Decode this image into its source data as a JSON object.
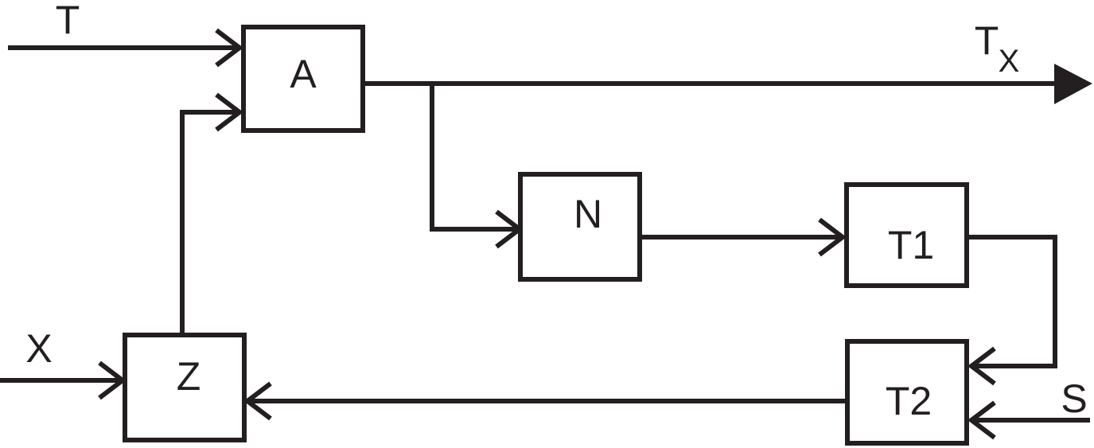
{
  "blocks": {
    "a": "A",
    "n": "N",
    "t1": "T1",
    "t2": "T2",
    "z": "Z"
  },
  "signals": {
    "t_in": "T",
    "x_in": "X",
    "s_in": "S",
    "tx_main": "T",
    "tx_sub": "X"
  },
  "colors": {
    "ink": "#231f20",
    "background": "#ffffff"
  }
}
